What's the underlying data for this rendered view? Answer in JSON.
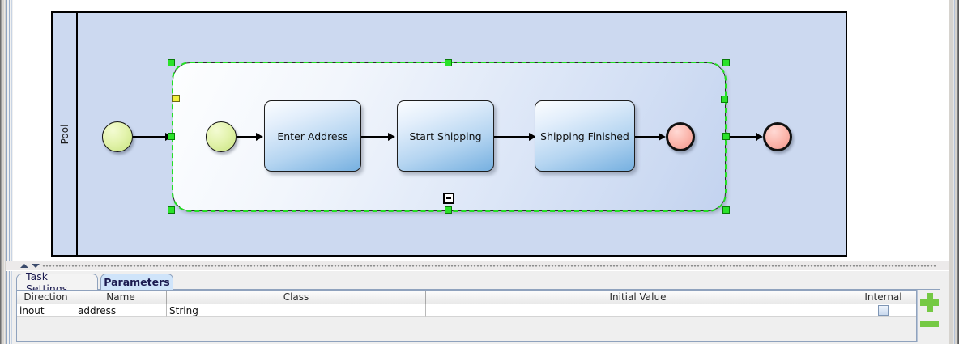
{
  "diagram": {
    "pool_label": "Pool",
    "subprocess": {
      "selected": true,
      "collapse_marker": "minus-icon"
    },
    "nodes": [
      {
        "id": "start-outer",
        "type": "start-event",
        "label": ""
      },
      {
        "id": "start-inner",
        "type": "start-event",
        "label": ""
      },
      {
        "id": "task-enter-address",
        "type": "task",
        "label": "Enter Address"
      },
      {
        "id": "task-start-shipping",
        "type": "task",
        "label": "Start Shipping"
      },
      {
        "id": "task-shipping-finished",
        "type": "task",
        "label": "Shipping Finished"
      },
      {
        "id": "end-inner",
        "type": "end-event",
        "label": ""
      },
      {
        "id": "end-outer",
        "type": "end-event",
        "label": ""
      }
    ],
    "colors": {
      "pool_fill": "#ccd9f0",
      "task_fill": "#b5d5f1",
      "start_event_fill": "#ddf0a8",
      "end_event_fill": "#f6b3a9",
      "selection_handle": "#2ae22a",
      "selection_handle_alt": "#f2ef3e"
    }
  },
  "properties": {
    "tabs": [
      {
        "id": "task-settings",
        "label": "Task Settings",
        "active": false
      },
      {
        "id": "parameters",
        "label": "Parameters",
        "active": true
      }
    ],
    "table": {
      "columns": [
        "Direction",
        "Name",
        "Class",
        "Initial Value",
        "Internal"
      ],
      "rows": [
        {
          "direction": "inout",
          "name": "address",
          "class": "String",
          "initial_value": "",
          "internal_checked": false
        }
      ]
    },
    "buttons": {
      "add": "add-parameter-button",
      "remove": "remove-parameter-button",
      "accent_color": "#75c944"
    }
  },
  "splitter": {
    "collapse_up": "collapse-up-arrow",
    "collapse_down": "collapse-down-arrow"
  }
}
